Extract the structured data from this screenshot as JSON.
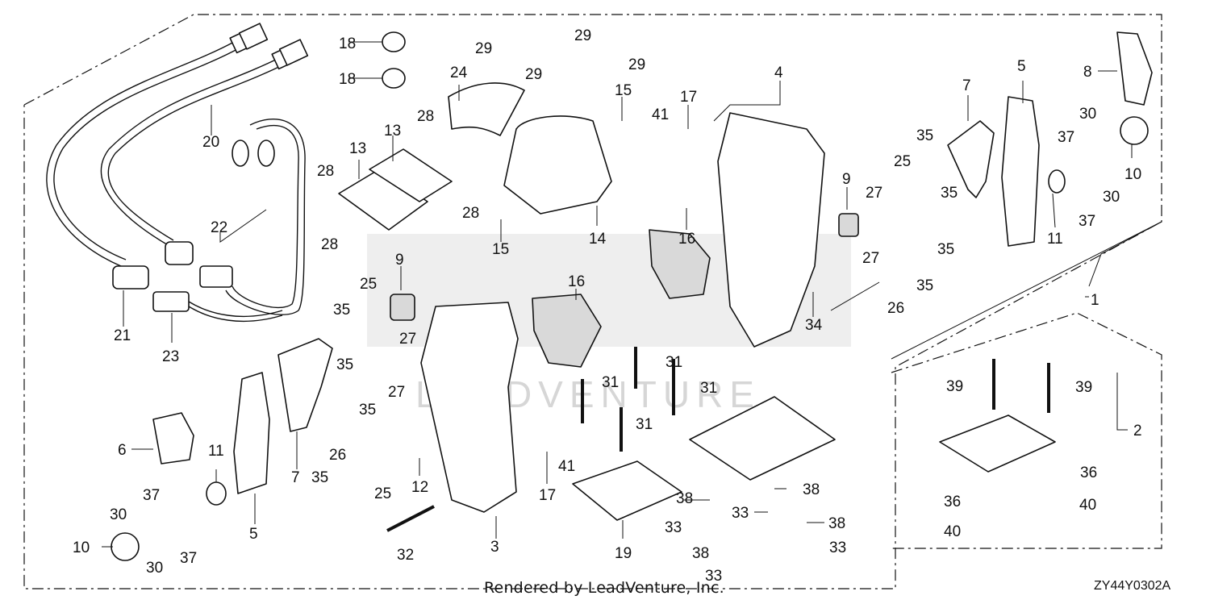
{
  "footer": {
    "credit": "Rendered by LeadVenture, Inc.",
    "diagram_code": "ZY44Y0302A"
  },
  "watermark_text": "LEADVENTURE",
  "callouts": [
    {
      "id": "c1",
      "label": "1"
    },
    {
      "id": "c2",
      "label": "2"
    },
    {
      "id": "c3",
      "label": "3"
    },
    {
      "id": "c4",
      "label": "4"
    },
    {
      "id": "c5a",
      "label": "5"
    },
    {
      "id": "c5b",
      "label": "5"
    },
    {
      "id": "c6",
      "label": "6"
    },
    {
      "id": "c7a",
      "label": "7"
    },
    {
      "id": "c7b",
      "label": "7"
    },
    {
      "id": "c8",
      "label": "8"
    },
    {
      "id": "c9a",
      "label": "9"
    },
    {
      "id": "c9b",
      "label": "9"
    },
    {
      "id": "c10a",
      "label": "10"
    },
    {
      "id": "c10b",
      "label": "10"
    },
    {
      "id": "c11a",
      "label": "11"
    },
    {
      "id": "c11b",
      "label": "11"
    },
    {
      "id": "c12",
      "label": "12"
    },
    {
      "id": "c13a",
      "label": "13"
    },
    {
      "id": "c13b",
      "label": "13"
    },
    {
      "id": "c14",
      "label": "14"
    },
    {
      "id": "c15a",
      "label": "15"
    },
    {
      "id": "c15b",
      "label": "15"
    },
    {
      "id": "c16a",
      "label": "16"
    },
    {
      "id": "c16b",
      "label": "16"
    },
    {
      "id": "c17a",
      "label": "17"
    },
    {
      "id": "c17b",
      "label": "17"
    },
    {
      "id": "c18a",
      "label": "18"
    },
    {
      "id": "c18b",
      "label": "18"
    },
    {
      "id": "c19",
      "label": "19"
    },
    {
      "id": "c20",
      "label": "20"
    },
    {
      "id": "c21",
      "label": "21"
    },
    {
      "id": "c22",
      "label": "22"
    },
    {
      "id": "c23",
      "label": "23"
    },
    {
      "id": "c24",
      "label": "24"
    },
    {
      "id": "c25a",
      "label": "25"
    },
    {
      "id": "c25b",
      "label": "25"
    },
    {
      "id": "c25c",
      "label": "25"
    },
    {
      "id": "c26a",
      "label": "26"
    },
    {
      "id": "c26b",
      "label": "26"
    },
    {
      "id": "c27a",
      "label": "27"
    },
    {
      "id": "c27b",
      "label": "27"
    },
    {
      "id": "c27c",
      "label": "27"
    },
    {
      "id": "c27d",
      "label": "27"
    },
    {
      "id": "c28a",
      "label": "28"
    },
    {
      "id": "c28b",
      "label": "28"
    },
    {
      "id": "c28c",
      "label": "28"
    },
    {
      "id": "c28d",
      "label": "28"
    },
    {
      "id": "c29a",
      "label": "29"
    },
    {
      "id": "c29b",
      "label": "29"
    },
    {
      "id": "c29c",
      "label": "29"
    },
    {
      "id": "c29d",
      "label": "29"
    },
    {
      "id": "c30a",
      "label": "30"
    },
    {
      "id": "c30b",
      "label": "30"
    },
    {
      "id": "c30c",
      "label": "30"
    },
    {
      "id": "c30d",
      "label": "30"
    },
    {
      "id": "c31a",
      "label": "31"
    },
    {
      "id": "c31b",
      "label": "31"
    },
    {
      "id": "c31c",
      "label": "31"
    },
    {
      "id": "c31d",
      "label": "31"
    },
    {
      "id": "c32",
      "label": "32"
    },
    {
      "id": "c33a",
      "label": "33"
    },
    {
      "id": "c33b",
      "label": "33"
    },
    {
      "id": "c33c",
      "label": "33"
    },
    {
      "id": "c33d",
      "label": "33"
    },
    {
      "id": "c34",
      "label": "34"
    },
    {
      "id": "c35a",
      "label": "35"
    },
    {
      "id": "c35b",
      "label": "35"
    },
    {
      "id": "c35c",
      "label": "35"
    },
    {
      "id": "c35d",
      "label": "35"
    },
    {
      "id": "c35e",
      "label": "35"
    },
    {
      "id": "c35f",
      "label": "35"
    },
    {
      "id": "c35g",
      "label": "35"
    },
    {
      "id": "c35h",
      "label": "35"
    },
    {
      "id": "c36a",
      "label": "36"
    },
    {
      "id": "c36b",
      "label": "36"
    },
    {
      "id": "c37a",
      "label": "37"
    },
    {
      "id": "c37b",
      "label": "37"
    },
    {
      "id": "c37c",
      "label": "37"
    },
    {
      "id": "c37d",
      "label": "37"
    },
    {
      "id": "c38a",
      "label": "38"
    },
    {
      "id": "c38b",
      "label": "38"
    },
    {
      "id": "c38c",
      "label": "38"
    },
    {
      "id": "c38d",
      "label": "38"
    },
    {
      "id": "c39a",
      "label": "39"
    },
    {
      "id": "c39b",
      "label": "39"
    },
    {
      "id": "c40a",
      "label": "40"
    },
    {
      "id": "c40b",
      "label": "40"
    },
    {
      "id": "c41a",
      "label": "41"
    },
    {
      "id": "c41b",
      "label": "41"
    }
  ]
}
